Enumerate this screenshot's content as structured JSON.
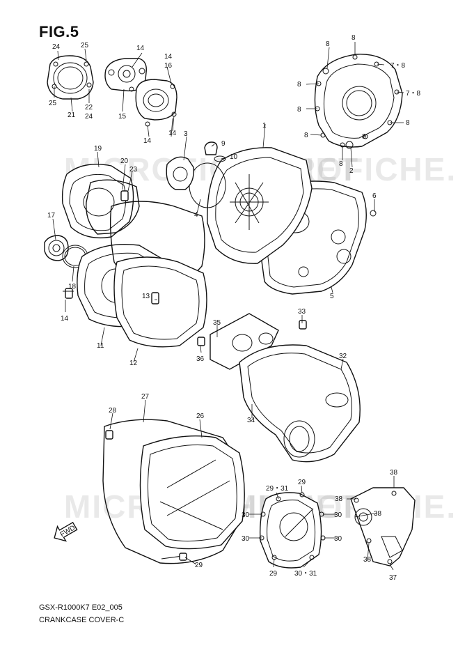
{
  "figure": {
    "title": "FIG.5"
  },
  "footer": {
    "model_code": "GSX-R1000K7 E02_005",
    "section_name": "CRANKCASE COVER-C"
  },
  "watermark": "MICROFICHE.NET",
  "direction_arrow": {
    "label": "FWD"
  },
  "callouts": [
    {
      "id": "c24a",
      "text": "24"
    },
    {
      "id": "c25a",
      "text": "25"
    },
    {
      "id": "c25b",
      "text": "25"
    },
    {
      "id": "c21",
      "text": "21"
    },
    {
      "id": "c22",
      "text": "22"
    },
    {
      "id": "c24b",
      "text": "24"
    },
    {
      "id": "c14a",
      "text": "14"
    },
    {
      "id": "c14b",
      "text": "14"
    },
    {
      "id": "c16",
      "text": "16"
    },
    {
      "id": "c15",
      "text": "15"
    },
    {
      "id": "c14c",
      "text": "14"
    },
    {
      "id": "c14d",
      "text": "14"
    },
    {
      "id": "c8a",
      "text": "8"
    },
    {
      "id": "c8b",
      "text": "8"
    },
    {
      "id": "c78a",
      "text": "7・8"
    },
    {
      "id": "c8c",
      "text": "8"
    },
    {
      "id": "c78b",
      "text": "7・8"
    },
    {
      "id": "c8d",
      "text": "8"
    },
    {
      "id": "c8e",
      "text": "8"
    },
    {
      "id": "c8f",
      "text": "8"
    },
    {
      "id": "c8g",
      "text": "8"
    },
    {
      "id": "c8h",
      "text": "8"
    },
    {
      "id": "c2",
      "text": "2"
    },
    {
      "id": "c1",
      "text": "1"
    },
    {
      "id": "c3",
      "text": "3"
    },
    {
      "id": "c9",
      "text": "9"
    },
    {
      "id": "c10",
      "text": "10"
    },
    {
      "id": "c4",
      "text": "4"
    },
    {
      "id": "c19",
      "text": "19"
    },
    {
      "id": "c20",
      "text": "20"
    },
    {
      "id": "c23",
      "text": "23"
    },
    {
      "id": "c6",
      "text": "6"
    },
    {
      "id": "c5",
      "text": "5"
    },
    {
      "id": "c17",
      "text": "17"
    },
    {
      "id": "c18",
      "text": "18"
    },
    {
      "id": "c14e",
      "text": "14"
    },
    {
      "id": "c13",
      "text": "13"
    },
    {
      "id": "c11",
      "text": "11"
    },
    {
      "id": "c12",
      "text": "12"
    },
    {
      "id": "c33",
      "text": "33"
    },
    {
      "id": "c35",
      "text": "35"
    },
    {
      "id": "c36",
      "text": "36"
    },
    {
      "id": "c32",
      "text": "32"
    },
    {
      "id": "c34",
      "text": "34"
    },
    {
      "id": "c27",
      "text": "27"
    },
    {
      "id": "c28",
      "text": "28"
    },
    {
      "id": "c26",
      "text": "26"
    },
    {
      "id": "c29a",
      "text": "29"
    },
    {
      "id": "c2931",
      "text": "29・31"
    },
    {
      "id": "c29b",
      "text": "29"
    },
    {
      "id": "c30a",
      "text": "30"
    },
    {
      "id": "c30b",
      "text": "30"
    },
    {
      "id": "c30c",
      "text": "30"
    },
    {
      "id": "c30d",
      "text": "30"
    },
    {
      "id": "c29c",
      "text": "29"
    },
    {
      "id": "c3031",
      "text": "30・31"
    },
    {
      "id": "c38a",
      "text": "38"
    },
    {
      "id": "c38b",
      "text": "38"
    },
    {
      "id": "c38c",
      "text": "38"
    },
    {
      "id": "c38d",
      "text": "38"
    },
    {
      "id": "c37",
      "text": "37"
    }
  ]
}
